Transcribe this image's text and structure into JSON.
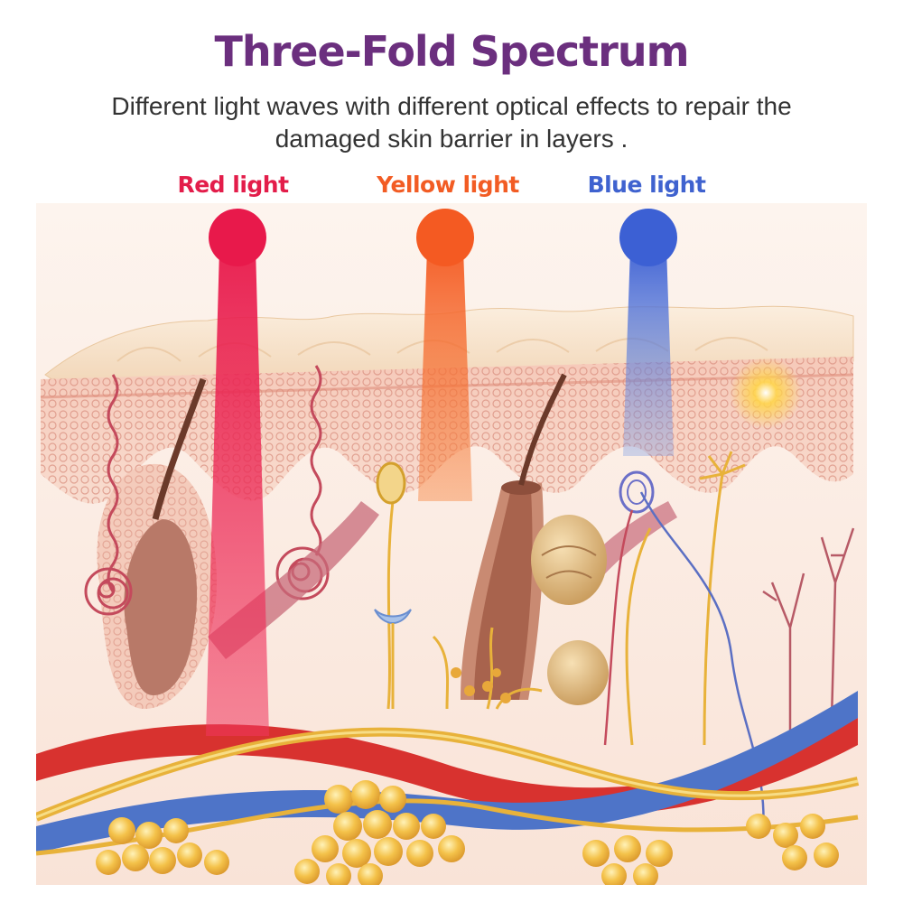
{
  "title": "Three-Fold Spectrum",
  "subtitle": "Different light waves with different optical effects to repair the damaged skin barrier in layers .",
  "lights": [
    {
      "label": "Red light",
      "color": "#e31d4a"
    },
    {
      "label": "Yellow light",
      "color": "#f25c24"
    },
    {
      "label": "Blue light",
      "color": "#3f62cf"
    }
  ],
  "colors": {
    "title": "#6b2f7e",
    "subtitle": "#333333",
    "skin_top": "#f6e2c6",
    "dermis": "#f3cbbd",
    "artery": "#d8322f",
    "vein": "#4e74c8",
    "nerve": "#e8b23a",
    "fat": "#f1b93e"
  }
}
